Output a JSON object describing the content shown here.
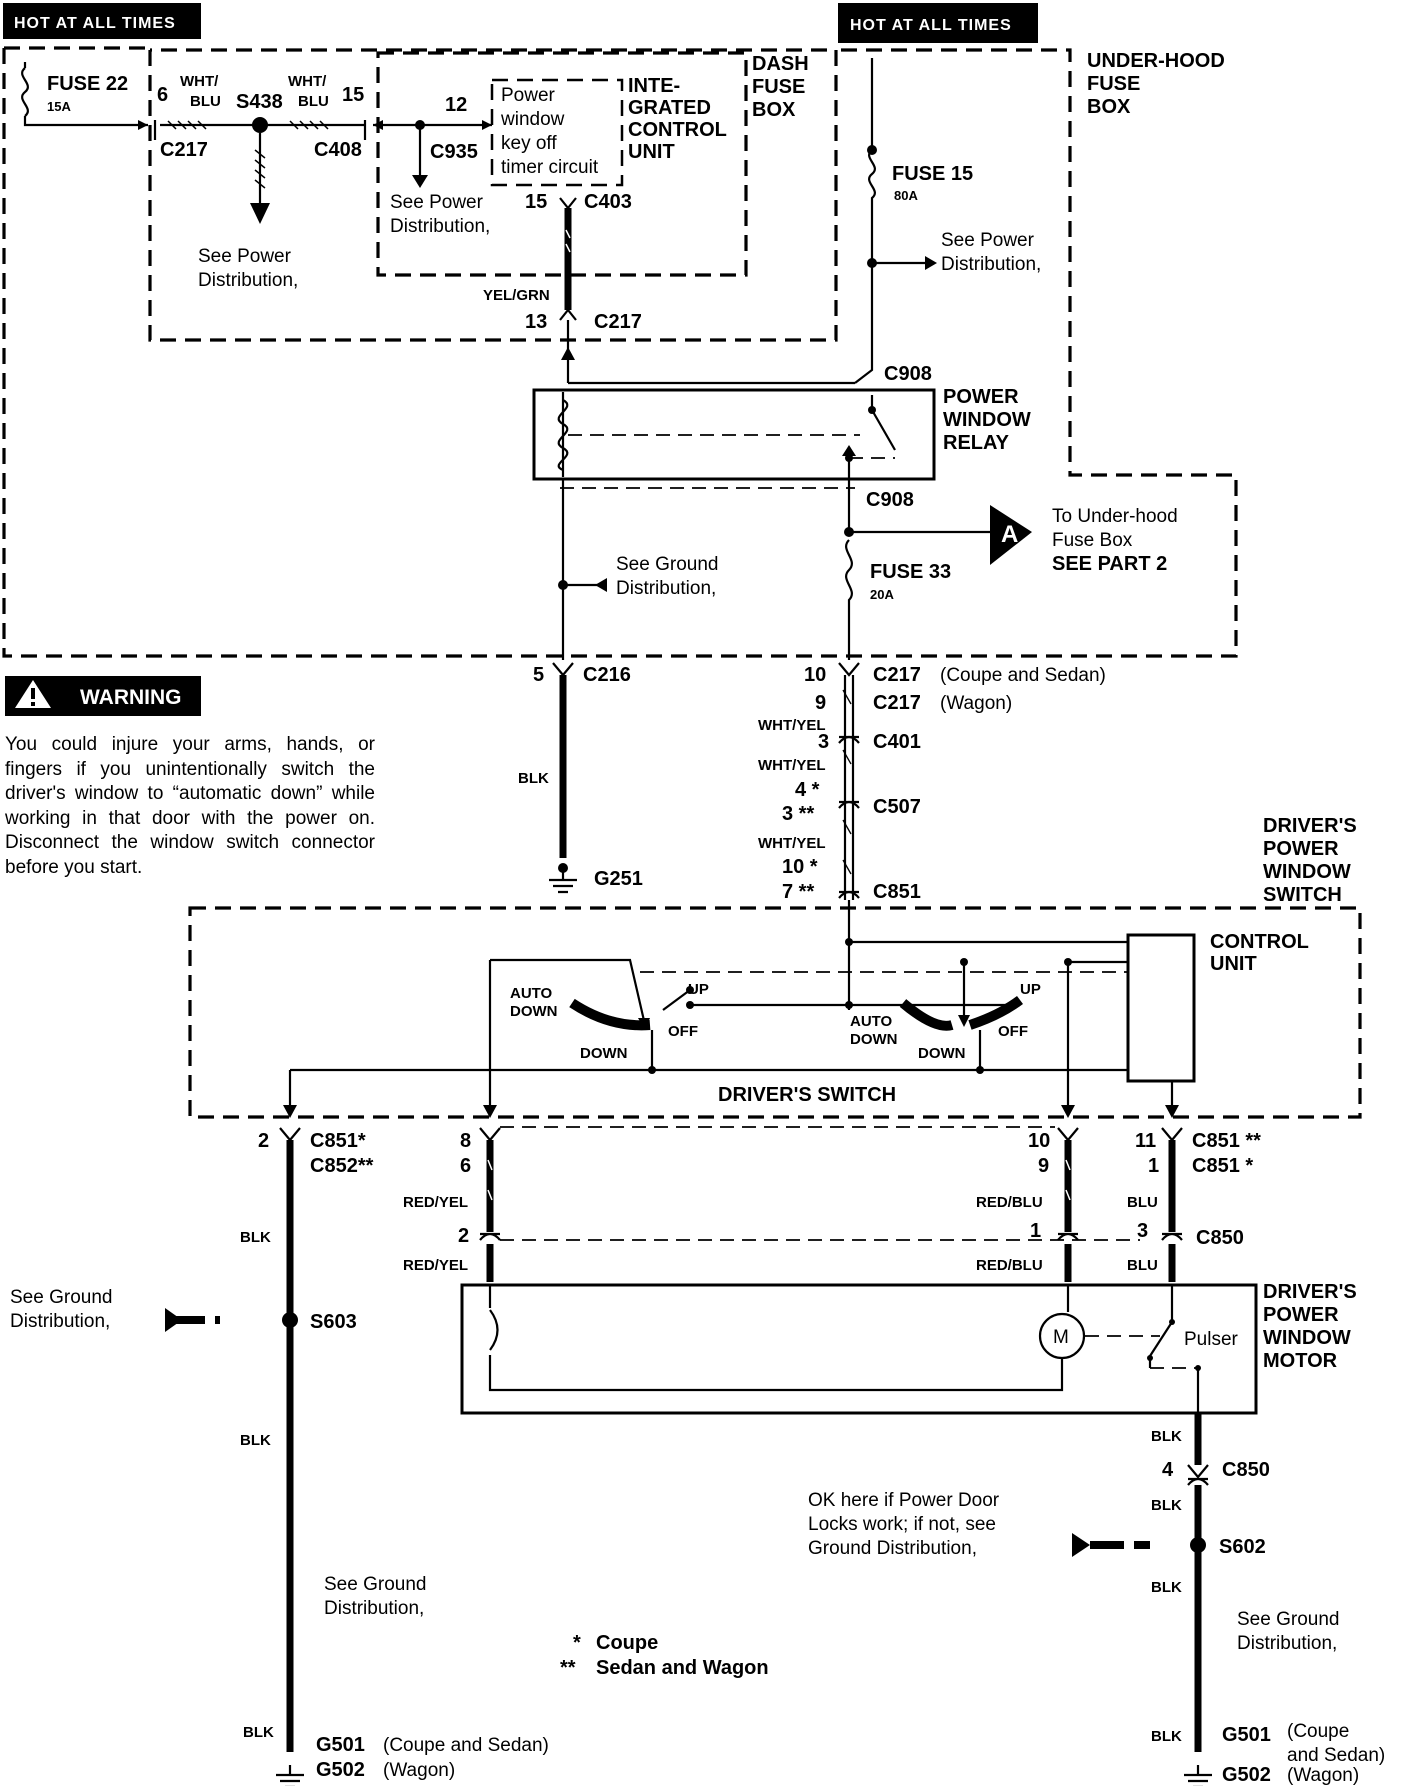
{
  "header": {
    "hot_left": "HOT AT ALL TIMES",
    "hot_right": "HOT AT ALL TIMES"
  },
  "dash_fuse_box": {
    "label_l1": "DASH",
    "label_l2": "FUSE",
    "label_l3": "BOX",
    "fuse_name": "FUSE  22",
    "fuse_rating": "15A",
    "pin6": "6",
    "pin15": "15",
    "pin12": "12",
    "wire_l1": "WHT/",
    "wire_l2": "BLU",
    "wire_r1": "WHT/",
    "wire_r2": "BLU",
    "splice": "S438",
    "conn_c217": "C217",
    "conn_c408": "C408",
    "conn_c935": "C935",
    "see_power_l1": "See Power",
    "see_power_l2": "Distribution,",
    "see_power2_l1": "See Power",
    "see_power2_l2": "Distribution,"
  },
  "icu": {
    "inner_l1": "Power",
    "inner_l2": "window",
    "inner_l3": "key off",
    "inner_l4": "timer circuit",
    "title_l1": "INTE-",
    "title_l2": "GRATED",
    "title_l3": "CONTROL",
    "title_l4": "UNIT",
    "pin15": "15",
    "conn_c403": "C403",
    "wire": "YEL/GRN",
    "pin13": "13",
    "conn_c217": "C217"
  },
  "under_hood": {
    "label_l1": "UNDER-HOOD",
    "label_l2": "FUSE",
    "label_l3": "BOX",
    "fuse15_name": "FUSE  15",
    "fuse15_rating": "80A",
    "see_power_l1": "See Power",
    "see_power_l2": "Distribution,",
    "fuse33_name": "FUSE  33",
    "fuse33_rating": "20A",
    "to_l1": "To Under-hood",
    "to_l2": "Fuse Box",
    "to_l3": "SEE PART 2",
    "marker": "A"
  },
  "relay": {
    "label_l1": "POWER",
    "label_l2": "WINDOW",
    "label_l3": "RELAY",
    "conn_top": "C908",
    "conn_bottom": "C908",
    "see_ground_l1": "See Ground",
    "see_ground_l2": "Distribution,"
  },
  "ground_left_top": {
    "pin5": "5",
    "conn_c216": "C216",
    "wire": "BLK",
    "ground": "G251"
  },
  "feed": {
    "pin10": "10",
    "c217_a": "C217",
    "c217_a_note": "(Coupe and Sedan)",
    "pin9": "9",
    "c217_b": "C217",
    "c217_b_note": "(Wagon)",
    "wire1": "WHT/YEL",
    "pin3": "3",
    "c401": "C401",
    "wire2": "WHT/YEL",
    "pin4s": "4 *",
    "pin3ss": "3 **",
    "c507": "C507",
    "wire3": "WHT/YEL",
    "pin10s": "10 *",
    "pin7ss": "7 **",
    "c851": "C851"
  },
  "warning": {
    "title": "WARNING",
    "text": "You could injure your arms, hands, or fingers if you unintentionally switch the driver's window to “automatic down” while working in that door with the power on. Disconnect the window switch connector before you start."
  },
  "driver_switch": {
    "label_l1": "DRIVER'S",
    "label_l2": "POWER",
    "label_l3": "WINDOW",
    "label_l4": "SWITCH",
    "cu_l1": "CONTROL",
    "cu_l2": "UNIT",
    "left_auto_l1": "AUTO",
    "left_auto_l2": "DOWN",
    "left_up": "UP",
    "left_off": "OFF",
    "left_down": "DOWN",
    "right_auto_l1": "AUTO",
    "right_auto_l2": "DOWN",
    "right_up": "UP",
    "right_off": "OFF",
    "right_down": "DOWN",
    "title": "DRIVER'S SWITCH"
  },
  "lower": {
    "p2": "2",
    "c851s": "C851*",
    "c852ss": "C852**",
    "p8": "8",
    "p6": "6",
    "p10": "10",
    "p9": "9",
    "p11": "11",
    "p1": "1",
    "c851ss_r": "C851 **",
    "c851s_r": "C851 *",
    "redyel1": "RED/YEL",
    "redblu1": "RED/BLU",
    "blu1": "BLU",
    "p2b": "2",
    "p1b": "1",
    "p3b": "3",
    "c850": "C850",
    "redyel2": "RED/YEL",
    "redblu2": "RED/BLU",
    "blu2": "BLU",
    "blk1": "BLK",
    "blk2": "BLK",
    "blk3": "BLK",
    "s603": "S603",
    "see_ground_left_l1": "See Ground",
    "see_ground_left_l2": "Distribution,",
    "see_ground_mid_l1": "See Ground",
    "see_ground_mid_l2": "Distribution,",
    "g501": "G501",
    "g501_note": "(Coupe and Sedan)",
    "g502": "G502",
    "g502_note": "(Wagon)"
  },
  "motor": {
    "label_l1": "DRIVER'S",
    "label_l2": "POWER",
    "label_l3": "WINDOW",
    "label_l4": "MOTOR",
    "m": "M",
    "pulser": "Pulser"
  },
  "right_ground": {
    "blk1": "BLK",
    "p4": "4",
    "c850": "C850",
    "blk2": "BLK",
    "ok_l1": "OK here if Power Door",
    "ok_l2": "Locks work; if not, see",
    "ok_l3": "Ground Distribution,",
    "s602": "S602",
    "blk3": "BLK",
    "see_ground_l1": "See Ground",
    "see_ground_l2": "Distribution,",
    "blk4": "BLK",
    "g501": "G501",
    "g501_note_l1": "(Coupe",
    "g501_note_l2": "and Sedan)",
    "g502": "G502",
    "g502_note": "(Wagon)"
  },
  "legend": {
    "star1": "*",
    "coupe": "Coupe",
    "star2": "**",
    "sedan_wagon": "Sedan and Wagon"
  }
}
